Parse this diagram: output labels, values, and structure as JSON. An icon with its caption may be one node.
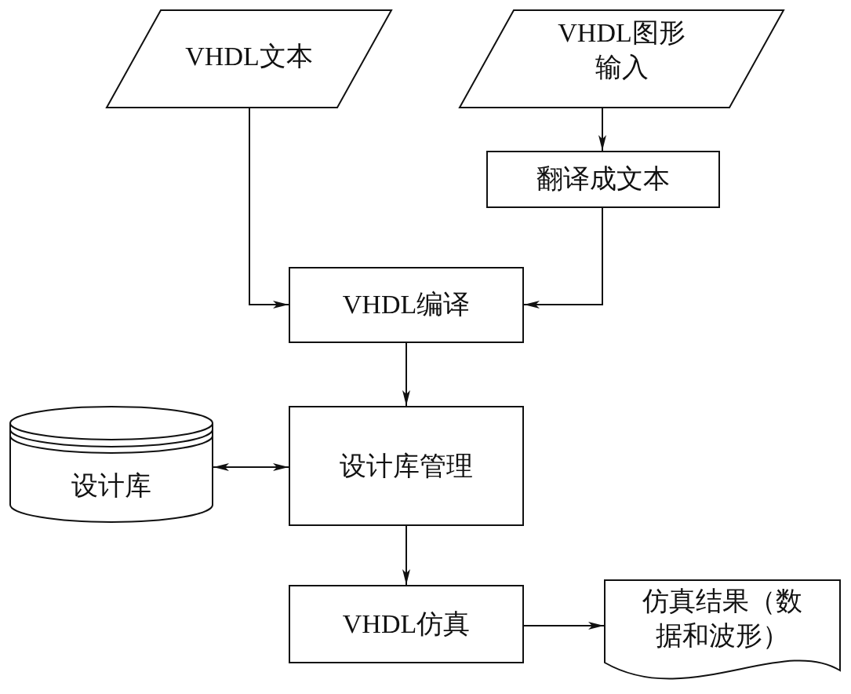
{
  "diagram": {
    "nodes": [
      {
        "text": [
          "VHDL文本"
        ]
      },
      {
        "text": [
          "VHDL图形输入"
        ]
      },
      {
        "text": [
          "翻译成文本"
        ]
      },
      {
        "text": [
          "VHDL编译"
        ]
      },
      {
        "text": [
          "设计库管理"
        ]
      },
      {
        "text": [
          "设计库"
        ]
      },
      {
        "text": [
          "VHDL仿真"
        ]
      },
      {
        "text": [
          "仿真结果（数据和波形）"
        ]
      }
    ],
    "edges": [
      {
        "from": 0,
        "to": 3,
        "arrow": "to"
      },
      {
        "from": 1,
        "to": 2,
        "arrow": "to"
      },
      {
        "from": 2,
        "to": 3,
        "arrow": "to"
      },
      {
        "from": 3,
        "to": 4,
        "arrow": "to"
      },
      {
        "from": 4,
        "to": 5,
        "arrow": "both"
      },
      {
        "from": 4,
        "to": 6,
        "arrow": "to"
      },
      {
        "from": 6,
        "to": 7,
        "arrow": "to"
      }
    ]
  }
}
